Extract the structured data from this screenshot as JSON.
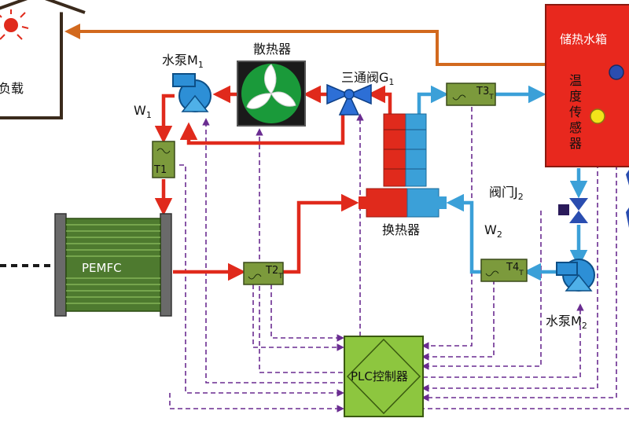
{
  "load": {
    "label": "负载"
  },
  "tank": {
    "title": "储热水箱",
    "sensor_lines": [
      "温",
      "度",
      "传",
      "感",
      "器"
    ]
  },
  "pump1": {
    "label": "水泵M",
    "sub": "1"
  },
  "pump2": {
    "label": "水泵M",
    "sub": "2"
  },
  "radiator": {
    "label": "散热器"
  },
  "valve3": {
    "label": "三通阀G",
    "sub": "1"
  },
  "valveJ": {
    "label": "阀门J",
    "sub": "2"
  },
  "hx": {
    "label": "换热器"
  },
  "fuelcell": {
    "label": "PEMFC"
  },
  "controller": {
    "label": "PLC控制器"
  },
  "loops": {
    "w1": "W",
    "w1_sub": "1",
    "w2": "W",
    "w2_sub": "2"
  },
  "sensors": {
    "t1": {
      "label": "T1"
    },
    "t2": {
      "label": "T2",
      "sub": "T"
    },
    "t3": {
      "label": "T3",
      "sub": "T"
    },
    "t4": {
      "label": "T4",
      "sub": "T"
    }
  },
  "colors": {
    "hot_pipe": "#e02a1c",
    "cold_pipe": "#3ba0d8",
    "tank_pipe": "#d2691e",
    "signal": "#6a2c91",
    "tank": "#e8281e",
    "controller": "#8dc63f",
    "sensor": "#7c9a3c",
    "stack": "#4e7a2f",
    "pump": "#2d8fd6",
    "radiator": "#1a9a3a"
  }
}
